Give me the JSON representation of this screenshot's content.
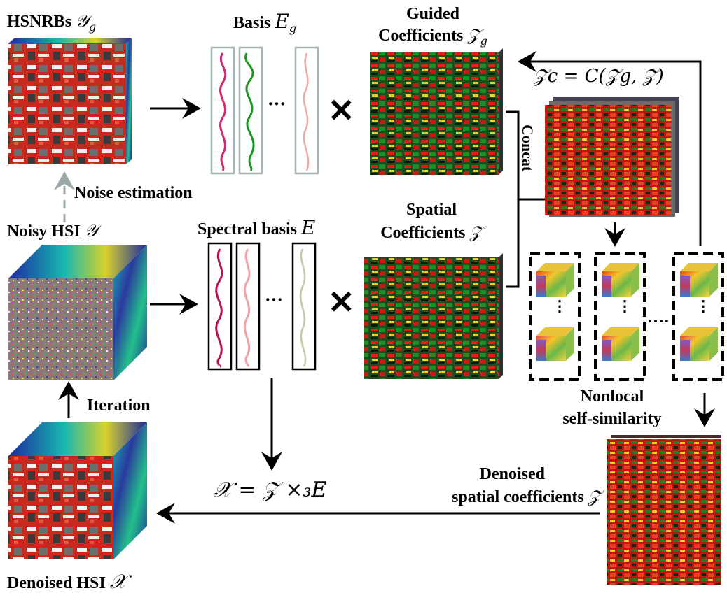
{
  "labels": {
    "hsnrbs": "HSNRBs",
    "hsnrbs_sym": "𝒴",
    "hsnrbs_sub": "g",
    "basis": "Basis",
    "basis_sym": "E",
    "basis_sub": "g",
    "guided_line1": "Guided",
    "guided_line2": "Coefficients",
    "guided_sym": "𝒵",
    "guided_sub": "g",
    "dots_top": "···",
    "times_top": "✕",
    "noise_estimation": "Noise estimation",
    "noisy_hsi": "Noisy HSI",
    "noisy_sym": "𝒴",
    "spectral_basis": "Spectral basis",
    "spectral_sym": "E",
    "spatial_line1": "Spatial",
    "spatial_line2": "Coefficients",
    "spatial_sym": "𝒵",
    "dots_mid": "···",
    "times_mid": "✕",
    "zc_equation": "𝒵c = C(𝒵g, 𝒵)",
    "concat": "Concat",
    "nonlocal_line1": "Nonlocal",
    "nonlocal_line2": "self-similarity",
    "iteration": "Iteration",
    "recon_equation": "𝒳 = 𝒵 ×₃E",
    "denoised_line1": "Denoised",
    "denoised_line2": "spatial coefficients",
    "denoised_sym": "𝒵",
    "denoised_hsi": "Denoised HSI",
    "denoised_hsi_sym": "𝒳",
    "group_dots": "⋮",
    "between_groups": "····"
  },
  "colors": {
    "curve_magenta": "#d6266e",
    "curve_green": "#169b1c",
    "curve_pink": "#f0a8a0",
    "curve_crimson": "#b8124a",
    "curve_pink2": "#f2a1a6",
    "curve_beige": "#c9c6a6",
    "frame_gray": "#a3b3b3",
    "coef_red": "#d21a10",
    "coef_green": "#1e5a1c",
    "noisy_base": "#8a7a78",
    "side_blue": "#1d2aa0",
    "side_teal": "#17b7b0",
    "arrow_gray": "#9aa8a8"
  }
}
